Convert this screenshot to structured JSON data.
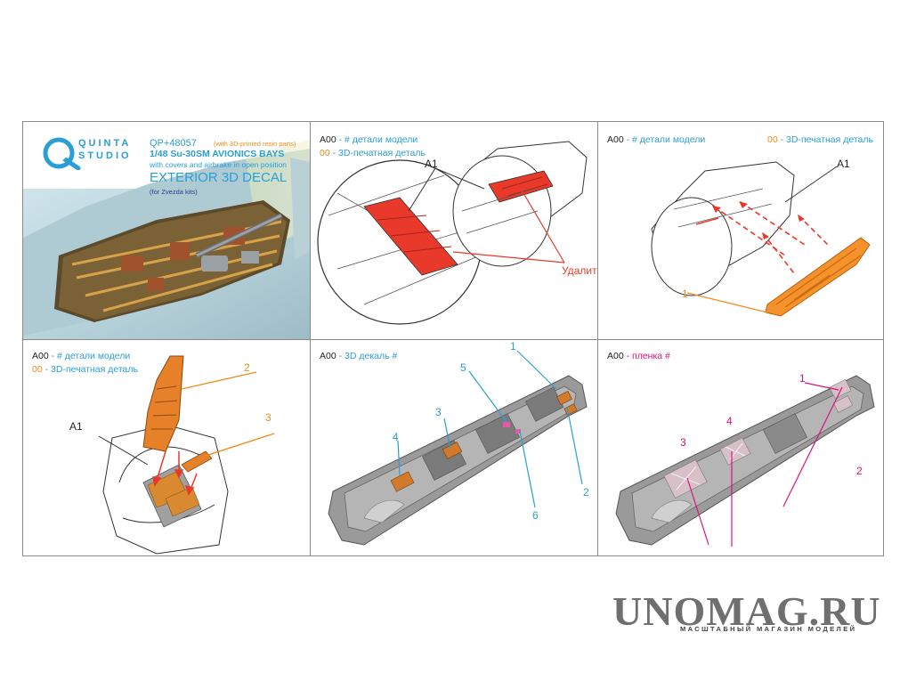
{
  "brand_header": {
    "logo_top": "QUINTA",
    "logo_bottom": "STUDIO",
    "product_code": "QP+48057",
    "resin_note": "(with 3D-printed resin parts)",
    "title": "1/48 Su-30SM AVIONICS BAYS",
    "subtitle": "with covers and airbrake in open position",
    "product_type": "EXTERIOR 3D DECAL",
    "kit_note": "(for Zvezda kits)"
  },
  "panel2": {
    "legend_code1": "A00",
    "legend_text1": " - # детали модели",
    "legend_code2": "00",
    "legend_text2": " - 3D-печатная деталь",
    "label_part": "A1",
    "label_remove": "Удалить"
  },
  "panel3": {
    "legend_code1": "A00",
    "legend_text1": " - # детали модели",
    "legend_code2": "00",
    "legend_text2": " - 3D-печатная деталь",
    "label_part": "A1",
    "label_num": "1"
  },
  "panel4": {
    "legend_code1": "A00",
    "legend_text1": " - # детали модели",
    "legend_code2": "00",
    "legend_text2": " - 3D-печатная деталь",
    "label_part": "A1",
    "label_num2": "2",
    "label_num3": "3"
  },
  "panel5": {
    "legend_code": "A00",
    "legend_text": " - 3D декаль #",
    "callouts": [
      "1",
      "2",
      "3",
      "4",
      "5",
      "6"
    ]
  },
  "panel6": {
    "legend_code": "A00",
    "legend_text": " - пленка #",
    "callouts": [
      "1",
      "2",
      "3",
      "4"
    ]
  },
  "watermark": {
    "name": "UNOMAG.RU",
    "tagline": "МАСШТАБНЫЙ МАГАЗИН МОДЕЛЕЙ"
  },
  "colors": {
    "blue": "#2a9fd6",
    "orange": "#f08c1e",
    "red": "#e8392a",
    "magenta": "#d9137f",
    "hull_gray": "#9a9a9a"
  }
}
